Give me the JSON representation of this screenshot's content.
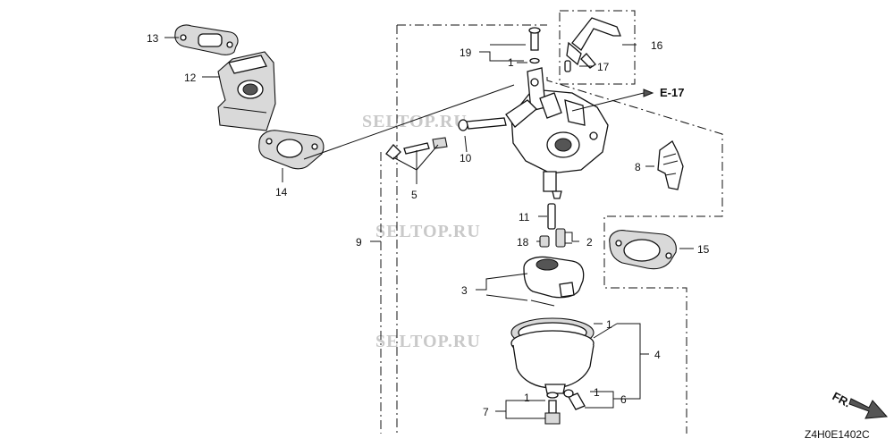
{
  "watermarks": [
    "SELTOP.RU",
    "SELTOP.RU",
    "SELTOP.RU"
  ],
  "ref_label": "E-17",
  "direction_label": "FR.",
  "diagram_code": "Z4H0E1402C",
  "callouts": {
    "c1a": "1",
    "c1b": "1",
    "c1c": "1",
    "c1d": "1",
    "c2": "2",
    "c3": "3",
    "c4": "4",
    "c5": "5",
    "c6": "6",
    "c7": "7",
    "c8": "8",
    "c9": "9",
    "c10": "10",
    "c11": "11",
    "c12": "12",
    "c13": "13",
    "c14": "14",
    "c15": "15",
    "c16": "16",
    "c17": "17",
    "c18": "18",
    "c19": "19"
  }
}
